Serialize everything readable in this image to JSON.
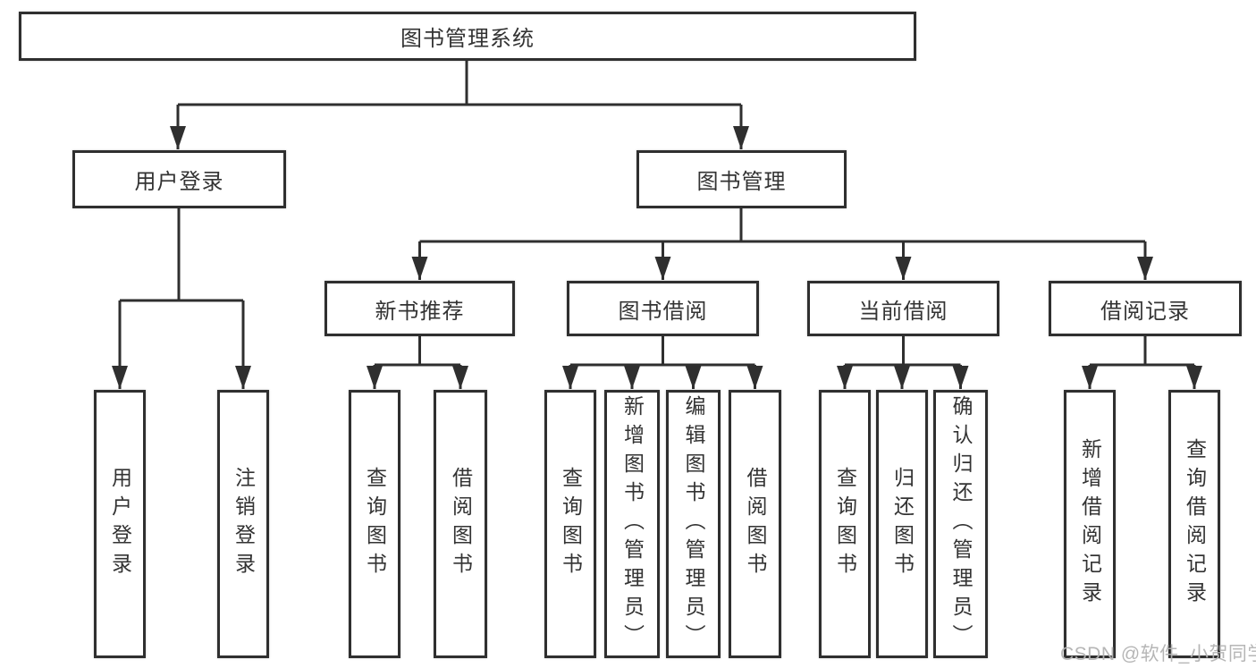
{
  "title": "图书管理系统",
  "tree": {
    "label": "图书管理系统",
    "children": [
      {
        "label": "用户登录",
        "children": [
          {
            "label": "用户登录"
          },
          {
            "label": "注销登录"
          }
        ]
      },
      {
        "label": "图书管理",
        "children": [
          {
            "label": "新书推荐",
            "children": [
              {
                "label": "查询图书"
              },
              {
                "label": "借阅图书"
              }
            ]
          },
          {
            "label": "图书借阅",
            "children": [
              {
                "label": "查询图书"
              },
              {
                "label": "新增图书（管理员）"
              },
              {
                "label": "编辑图书（管理员）"
              },
              {
                "label": "借阅图书"
              }
            ]
          },
          {
            "label": "当前借阅",
            "children": [
              {
                "label": "查询图书"
              },
              {
                "label": "归还图书"
              },
              {
                "label": "确认归还（管理员）"
              }
            ]
          },
          {
            "label": "借阅记录",
            "children": [
              {
                "label": "新增借阅记录"
              },
              {
                "label": "查询借阅记录"
              }
            ]
          }
        ]
      }
    ]
  },
  "watermark": "CSDN @软件_小贺同学",
  "colors": {
    "line": "#2f2f2f",
    "box_border": "#2f2f2f",
    "box_background": "#ffffff",
    "text": "#333333",
    "watermark": "#b2b2b2"
  }
}
